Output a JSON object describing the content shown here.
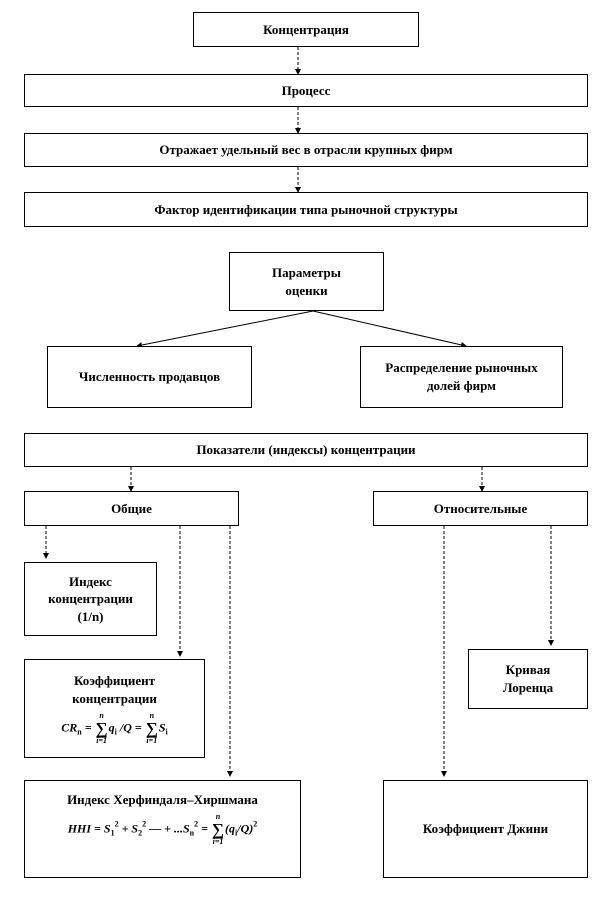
{
  "boxes": {
    "concentration": "Концентрация",
    "process": "Процесс",
    "reflects": "Отражает удельный вес в отрасли крупных фирм",
    "factor": "Фактор идентификации типа рыночной структуры",
    "parameters": [
      "Параметры",
      "оценки"
    ],
    "sellers": "Численность продавцов",
    "distribution": [
      "Распределение рыночных",
      "долей фирм"
    ],
    "indicators": "Показатели  (индексы) концентрации",
    "general": "Общие",
    "relative": "Относительные",
    "index_conc": [
      "Индекс",
      "концентрации",
      "(1/n)"
    ],
    "coef_conc": [
      "Коэффициент",
      "концентрации"
    ],
    "hhi_title": "Индекс Херфиндаля–Хиршмана",
    "lorenz": [
      "Кривая",
      "Лоренца"
    ],
    "gini": "Коэффициент Джини"
  },
  "formulas": {
    "cr_lhs": "CR",
    "cr_sub": "n",
    "cr_eq": "=",
    "sigma": "∑",
    "sum_top": "n",
    "sum_bottom": "i=1",
    "q_term": "q",
    "i_sub": "i",
    "div_q": "/Q =",
    "s_term": "S",
    "hhi_lhs": "HHI =",
    "s1": "S",
    "one": "1",
    "two": "2",
    "plus_s2": "+ S",
    "two_sub": "2",
    "dots": "— + ...S",
    "n_sub": "n",
    "hhi_eq": "=",
    "paren_open": "(q",
    "paren_close": "/Q)"
  }
}
